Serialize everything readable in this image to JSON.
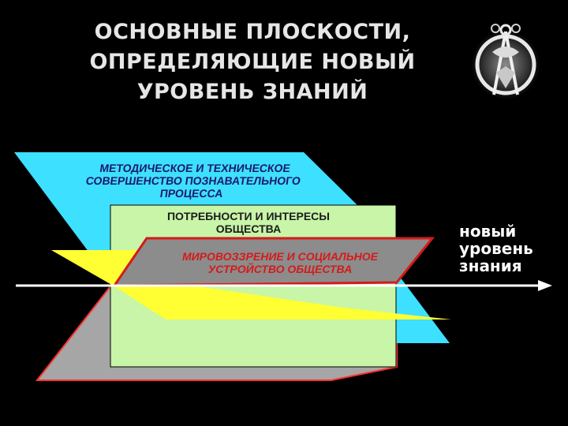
{
  "title": {
    "line1": "ОСНОВНЫЕ ПЛОСКОСТИ,",
    "line2": "ОПРЕДЕЛЯЮЩИЕ НОВЫЙ",
    "line3": "УРОВЕНЬ ЗНАНИЙ"
  },
  "planes": {
    "blue": {
      "line1": "МЕТОДИЧЕСКОЕ И ТЕХНИЧЕСКОЕ",
      "line2": "СОВЕРШЕНСТВО ПОЗНАВАТЕЛЬНОГО",
      "line3": "ПРОЦЕССА",
      "color": "#3ee0ff"
    },
    "green": {
      "line1": "ПОТРЕБНОСТИ  И  ИНТЕРЕСЫ",
      "line2": "ОБЩЕСТВА",
      "color": "#c8f5a8"
    },
    "red": {
      "line1": "МИРОВОЗЗРЕНИЕ И СОЦИАЛЬНОЕ",
      "line2": "УСТРОЙСТВО ОБЩЕСТВА",
      "color": "#8c8c8c",
      "text_color": "#d51a1a"
    },
    "yellow": {
      "color": "#ffff33"
    },
    "gray": {
      "color": "#a6a6a6",
      "border": "#ff3333"
    }
  },
  "axis": {
    "line1": "новый",
    "line2": "уровень",
    "line3": "знания",
    "color": "#ffffff"
  }
}
